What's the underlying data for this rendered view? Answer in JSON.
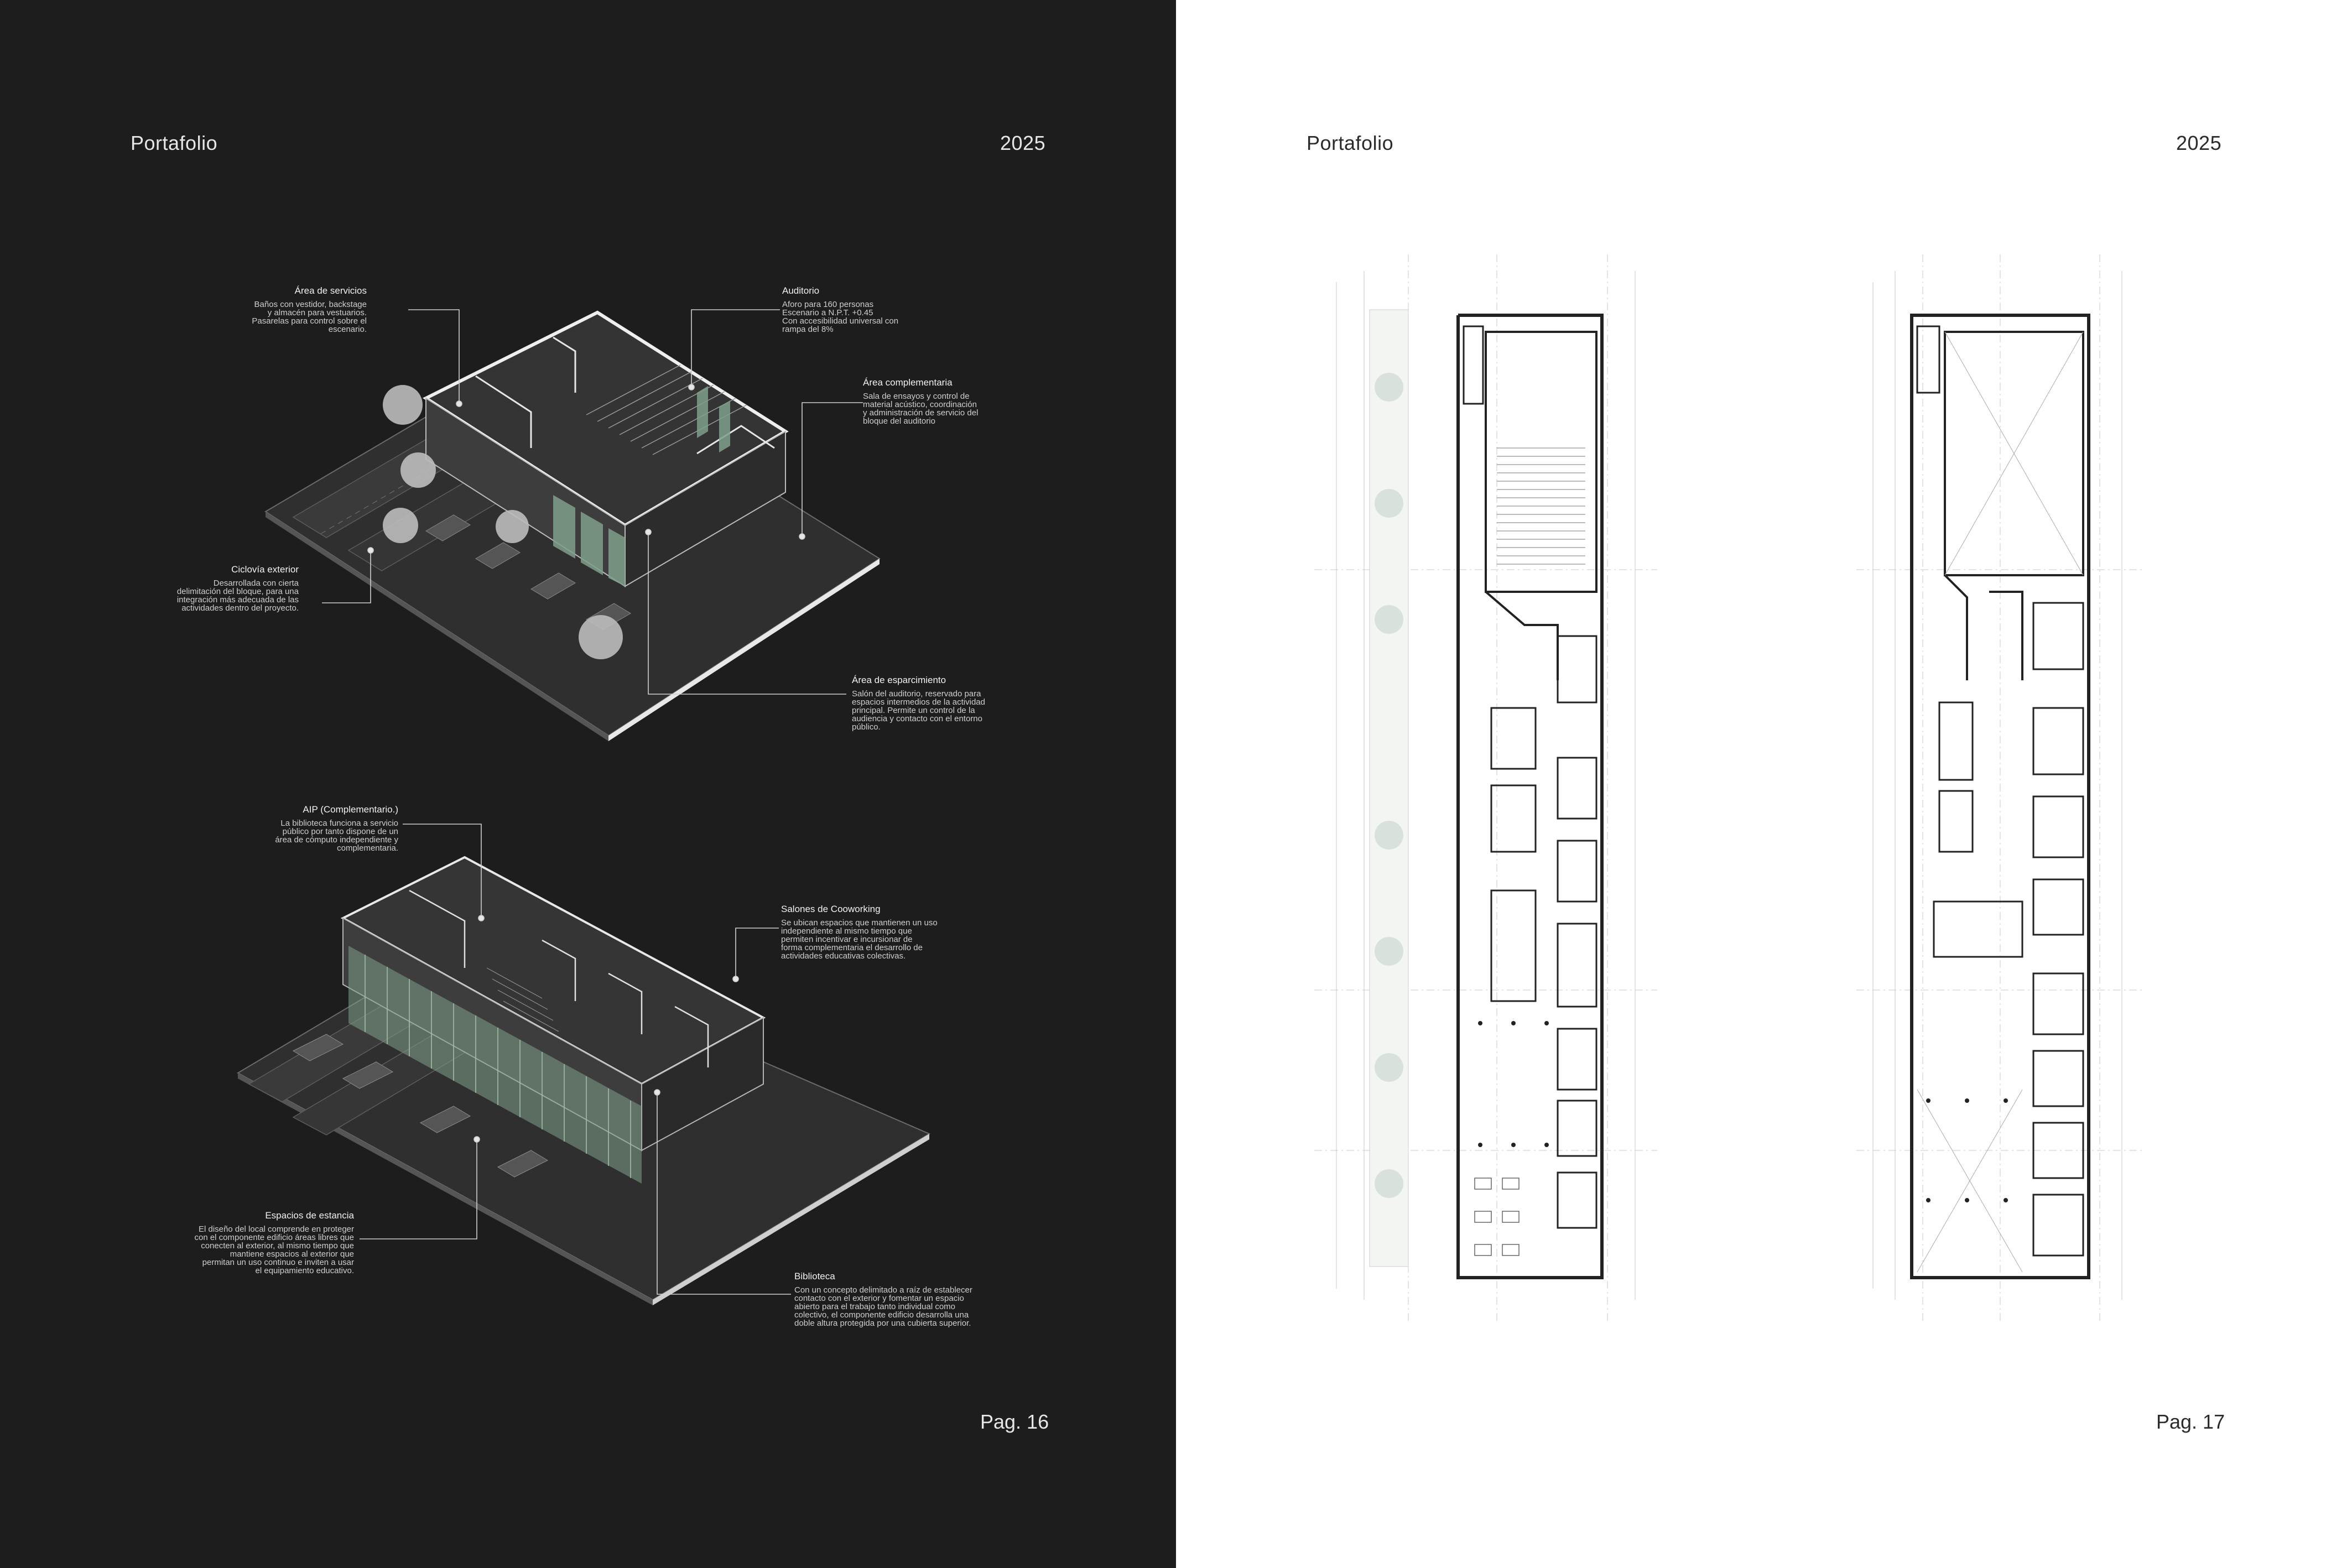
{
  "pages": {
    "left": {
      "header_title": "Portafolio",
      "header_year": "2025",
      "page_number": "Pag. 16"
    },
    "right": {
      "header_title": "Portafolio",
      "header_year": "2025",
      "page_number": "Pag. 17"
    }
  },
  "annotations": {
    "servicios": {
      "title": "Área de servicios",
      "lines": [
        "Baños con vestidor, backstage",
        "y almacén para vestuarios.",
        "Pasarelas para control sobre el",
        "escenario."
      ]
    },
    "auditorio": {
      "title": "Auditorio",
      "lines": [
        "Aforo para 160 personas",
        "Escenario a  N.P.T. +0.45",
        "Con accesibilidad universal con",
        "rampa del 8%"
      ]
    },
    "complementaria": {
      "title": "Área complementaria",
      "lines": [
        "Sala de ensayos y control de",
        "material acústico, coordinación",
        "y administración de servicio del",
        "bloque del auditorio"
      ]
    },
    "ciclovia": {
      "title": "Ciclovía exterior",
      "lines": [
        "Desarrollada con cierta",
        "delimitación del bloque, para una",
        "integración más adecuada de las",
        "actividades dentro del proyecto."
      ]
    },
    "esparcimiento": {
      "title": "Área de esparcimiento",
      "lines": [
        "Salón del auditorio, reservado para",
        "espacios intermedios de la actividad",
        "principal. Permite un control de la",
        "audiencia y contacto con el entorno",
        "público."
      ]
    },
    "aip": {
      "title": "AIP (Complementario.)",
      "lines": [
        "La biblioteca funciona a servicio",
        "público por tanto dispone de un",
        "área de cómputo independiente y",
        "complementaria."
      ]
    },
    "coworking": {
      "title": "Salones de Cooworking",
      "lines": [
        "Se ubican espacios que mantienen un uso",
        "independiente al mismo tiempo que",
        "permiten incentivar e incursionar de",
        "forma complementaria el desarrollo de",
        "actividades educativas colectivas."
      ]
    },
    "estancia": {
      "title": "Espacios de estancia",
      "lines": [
        "El diseño del local comprende en proteger",
        "con el componente edificio áreas libres que",
        "conecten al exterior, al mismo tiempo que",
        "mantiene espacios al exterior que",
        "permitan un uso continuo e inviten a usar",
        "el equipamiento educativo."
      ]
    },
    "biblioteca": {
      "title": "Biblioteca",
      "lines": [
        "Con un concepto delimitado a raíz de establecer",
        "contacto con el exterior y fomentar un espacio",
        "abierto para el trabajo tanto individual como",
        "colectivo, el componente edificio desarrolla una",
        "doble altura protegida por una cubierta superior."
      ]
    }
  },
  "colors": {
    "left_bg": "#1d1d1d",
    "right_bg": "#ffffff",
    "accent_green": "#7f9f8a",
    "line_light": "#e0e0e0",
    "plan_line": "#222222"
  }
}
